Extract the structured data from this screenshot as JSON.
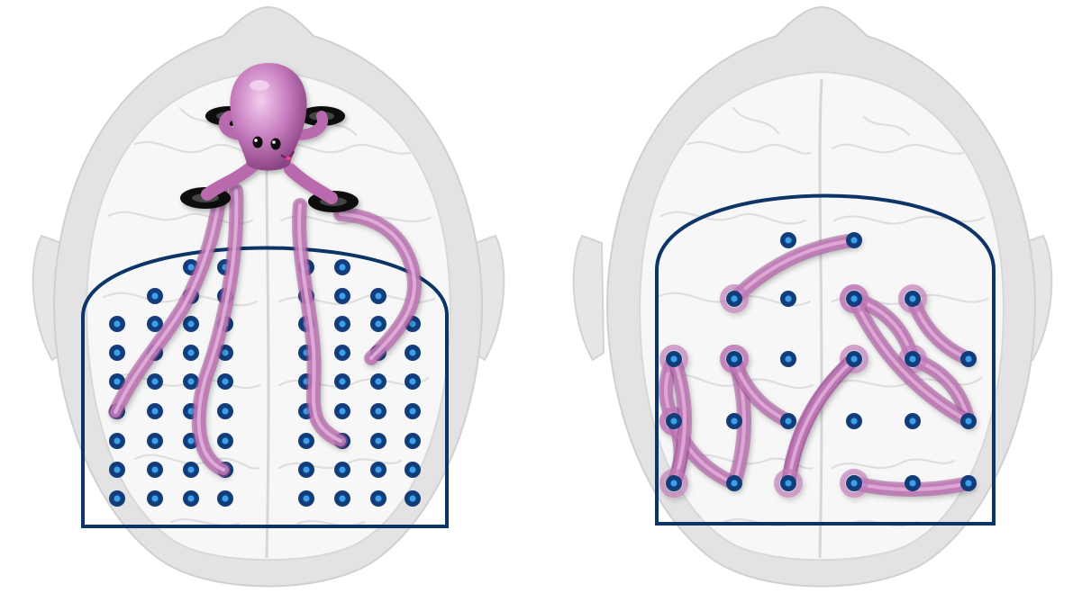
{
  "colors": {
    "background": "#ffffff",
    "head": "#e3e3e3",
    "head_edge": "#d0d0d0",
    "brain": "#f7f7f7",
    "gyri": "#dcdcdc",
    "region_outline": "#0c3466",
    "electrode_ring": "#123d7a",
    "electrode_core": "#3aa0ea",
    "tentacle": "#c27ab8",
    "tentacle_light": "#e7b6de",
    "tentacle_dark": "#9a4f92",
    "octopus_body": "#c77dbf",
    "octopus_highlight": "#eab9e3",
    "cup": "#0a0a0a"
  },
  "panels": [
    {
      "id": "left",
      "icon": "brain-icon",
      "electrode_layout": "dense-grid",
      "electrode_count": 64,
      "has_octopus": true,
      "octopus_icon": "octopus-icon",
      "tentacle_count": 4
    },
    {
      "id": "right",
      "icon": "brain-icon",
      "electrode_layout": "sparse-grid",
      "electrode_count": 23,
      "has_octopus": false,
      "worm_icon": "tentacle-segment-icon",
      "segment_count": 14
    }
  ]
}
